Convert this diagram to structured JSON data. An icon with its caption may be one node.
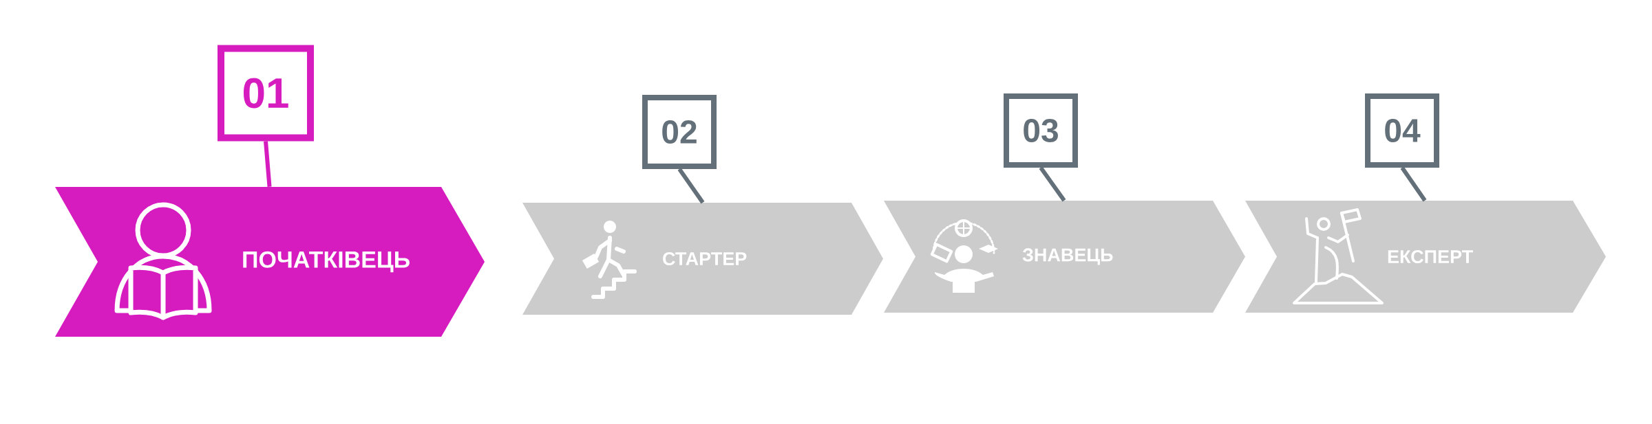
{
  "diagram": {
    "nodes": [
      {
        "text": [
          "01"
        ]
      },
      {
        "text": [
          "ПОЧАТКІВЕЦЬ"
        ]
      },
      {
        "text": [
          "02"
        ]
      },
      {
        "text": [
          "СТАРТЕР"
        ]
      },
      {
        "text": [
          "03"
        ]
      },
      {
        "text": [
          "ЗНАВЕЦЬ"
        ]
      },
      {
        "text": [
          "04"
        ]
      },
      {
        "text": [
          "ЕКСПЕРТ"
        ]
      }
    ],
    "edges": [
      {
        "from": 0,
        "to": 1,
        "arrow": "none",
        "color": "#d61bbf"
      },
      {
        "from": 2,
        "to": 3,
        "arrow": "none"
      },
      {
        "from": 4,
        "to": 5,
        "arrow": "none"
      },
      {
        "from": 6,
        "to": 7,
        "arrow": "none"
      }
    ]
  }
}
